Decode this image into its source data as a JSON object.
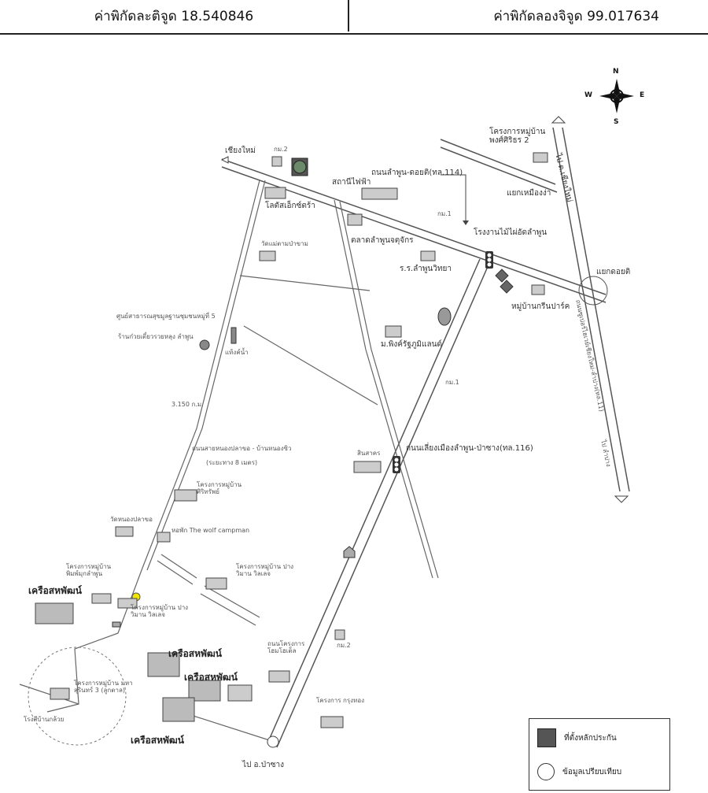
{
  "header": {
    "latitude_text": "ค่าพิกัดละติจูด 18.540846",
    "longitude_text": "ค่าพิกัดลองจิจูด 99.017634"
  },
  "compass": {
    "n": "N",
    "s": "S",
    "e": "E",
    "w": "W"
  },
  "labels": {
    "to_chiangmai_left": "เชียงใหม่",
    "km2_top": "กม.2",
    "road_114": "ถนนลำพูน-ดอยติ(ทล.114)",
    "power_station": "สถานีไฟฟ้า",
    "project_pongsiri2": "โครงการหมู่บ้าน พงศ์ศิริธร 2",
    "to_chiangmai_right": "ไป ต.เชียงใหม่",
    "intersection_muangjo": "แยกเหมืองง่า",
    "lotus": "โลตัสเอ็กซ์ตร้า",
    "km1": "กม.1",
    "raw_text": "วัดแม่ตามป่าขาม",
    "market": "ตลาดลำพูนจตุจักร",
    "school": "ร.ร.ลำพูนวิทยา",
    "factory": "โรงงานไม้ไผ่อัดลำพูน",
    "intersection_dok": "แยกดอยติ",
    "village_green": "หมู่บ้านกรีนปาร์ค",
    "road_11": "ถนนซูเปอร์ไฮเวย์เชียงใหม่-ลำปาง(ทล.11)",
    "health_center": "ศูนย์สาธารณสุขมูลฐานชุมชนหมู่ที่ 5",
    "noodle_shop": "ร้านก๋วยเตี๋ยวรวยหลุง ลำพูน",
    "water_tank": "แท้งค์น้ำ",
    "university": "ม.พิงค์รัฐภูมิแลนด์",
    "km1_b": "กม.1",
    "dist_3km": "3.150 ก.ม.",
    "road_116": "ถนนเลี่ยงเมืองลำพูน-ป่าซาง(ทล.116)",
    "sinsakhon": "สินสาคร",
    "road_local": "ถนนสายหนองปลาขอ - บ้านหนองซิว",
    "road_local_sub": "(ระยะทาง 8 เมตร)",
    "project_sirirat": "โครงการหมู่บ้าน ศิริทรัพย์",
    "wat_nongplaxo": "วัดหนองปลาขอ",
    "wolf_camp": "หอพัก The wolf campman",
    "project_pimpan": "โครงการหมู่บ้าน ปางวิมาน วิลเลจ",
    "project_phimuk": "โครงการหมู่บ้าน พิมพ์มุกลำพูน",
    "kruea_1": "เครือสหพัฒน์",
    "project_pangwiman": "โครงการหมู่บ้าน ปางวิมาน วิลเลจ",
    "kruea_2": "เครือสหพัฒน์",
    "project_homecity": "ถนนโครงการ โฮมโฮเต็ล",
    "km2_bottom": "กม.2",
    "kruea_3": "เครือสหพัฒน์",
    "project_srisuk": "โครงการหมู่บ้าน มหาสุรินทร์ 3 (ลูกตาล)",
    "landmark_bottom_left": "โรงสีบ้านกล้วย",
    "project_krungthong": "โครงการ กรุงทอง",
    "kruea_4": "เครือสหพัฒน์",
    "to_pasang": "ไป อ.ป่าซาง",
    "to_lampang": "ไป ลำปาง"
  },
  "legend": {
    "landmark_label": "ที่ตั้งหลักประกัน",
    "compare_label": "ข้อมูลเปรียบเทียบ"
  },
  "colors": {
    "road": "#666666",
    "marker": "#f2e600",
    "ink": "#333333"
  }
}
